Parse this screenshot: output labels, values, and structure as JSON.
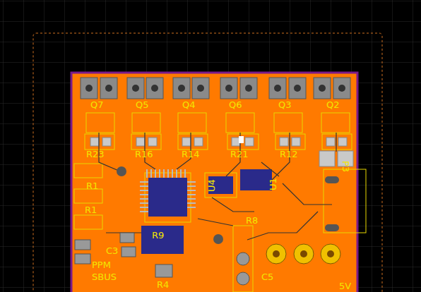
{
  "diagram": {
    "labels": [
      "Q7",
      "Q5",
      "Q4",
      "Q6",
      "Q3",
      "Q2",
      "R23",
      "R16",
      "R14",
      "R21",
      "R12",
      "P3",
      "R1",
      "R1",
      "U4",
      "U1",
      "R9",
      "R8",
      "C3",
      "PPM",
      "SBUS",
      "R4",
      "C5",
      "5V"
    ]
  }
}
